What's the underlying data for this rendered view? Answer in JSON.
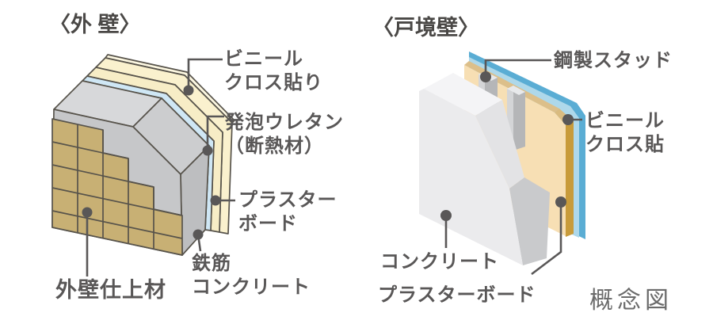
{
  "left_panel": {
    "title": "〈外 壁〉",
    "labels": {
      "vinyl_cross": "ビニール\nクロス貼り",
      "urethane": "発泡ウレタン\n（断熱材）",
      "plasterboard": "プラスター\nボード",
      "reinforced_concrete": "鉄筋\nコンクリート",
      "finish_material": "外壁仕上材"
    }
  },
  "right_panel": {
    "title": "〈戸境壁〉",
    "labels": {
      "steel_stud": "鋼製スタッド",
      "vinyl_cross": "ビニール\nクロス貼",
      "concrete": "コンクリート",
      "plasterboard": "プラスターボード"
    }
  },
  "caption": "概念図",
  "colors": {
    "label_text": "#595757",
    "callout_line": "#595757",
    "outline_left": "#57534b",
    "tile": "#c8b074",
    "concrete_front_left": "#c6c7c9",
    "concrete_top_left": "#d7d8da",
    "concrete_side_left": "#bdbec0",
    "urethane_blue_left": "#cfe7f5",
    "plasterboard_cream": "#f7edc6",
    "vinyl_cream": "#faf1ce",
    "concrete_front_right": "#ebebed",
    "concrete_top_right": "#f4f4f6",
    "concrete_side_right": "#c9cacc",
    "stud_gray": "#b5b6b8",
    "plasterboard_peach": "#f7dfb4",
    "board_edge_gold": "#c89b3a",
    "vinyl_blue_light": "#aed8ea",
    "vinyl_blue_dark": "#5aadd4"
  }
}
